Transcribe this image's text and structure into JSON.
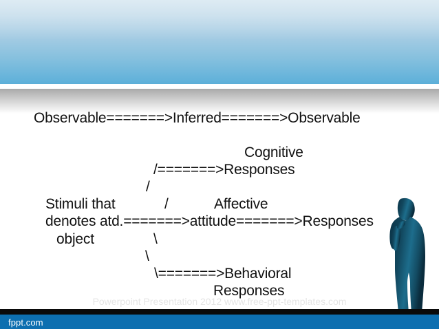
{
  "slide": {
    "title_line": "Observable=======>Inferred=======>Observable",
    "diagram_lines": {
      "cognitive_label": "Cognitive",
      "cognitive_arrow": "/=======>Responses",
      "upper_slash": "/",
      "stimuli": "Stimuli that",
      "mid_slash": "/",
      "affective_label": "Affective",
      "denotes": "denotes atd.=======>attitude=======>Responses",
      "object": "object",
      "lower_backslash_1": "\\",
      "lower_backslash_2": "\\",
      "behavioral_arrow": "\\=======>Behavioral",
      "behavioral_responses": "Responses"
    },
    "watermark": "Powerpoint Presentation 2012 www.free-ppt-templates.com"
  },
  "footer": {
    "brand": "fppt.com",
    "bar_color": "#0d6fb0",
    "rule_color": "#0a0a0a"
  },
  "theme": {
    "header_top_color": "#c9dfec",
    "header_bottom_color": "#5cafd8",
    "body_color": "#ffffff",
    "text_color": "#111111",
    "silhouette_color": "#12485f"
  },
  "decor": {
    "silhouette_name": "businessman-silhouette"
  }
}
